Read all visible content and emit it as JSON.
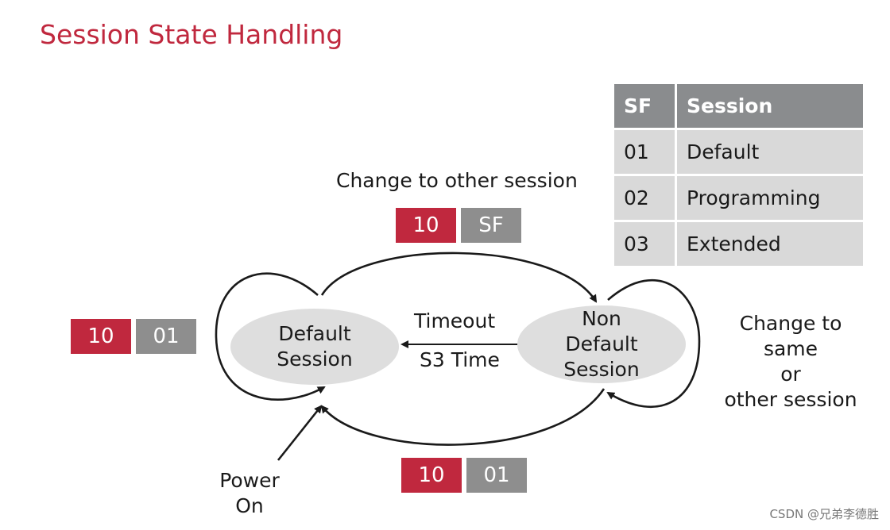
{
  "title": "Session State Handling",
  "table": {
    "headers": [
      "SF",
      "Session"
    ],
    "rows": [
      [
        "01",
        "Default"
      ],
      [
        "02",
        "Programming"
      ],
      [
        "03",
        "Extended"
      ]
    ]
  },
  "states": {
    "default": [
      "Default",
      "Session"
    ],
    "non_default": [
      "Non",
      "Default",
      "Session"
    ]
  },
  "labels": {
    "change_other": "Change to other session",
    "timeout": "Timeout",
    "s3_time": "S3 Time",
    "change_same": [
      "Change to",
      "same",
      "or",
      "other session"
    ],
    "power_on": [
      "Power",
      "On"
    ]
  },
  "chips": {
    "top": [
      "10",
      "SF"
    ],
    "left": [
      "10",
      "01"
    ],
    "bottom": [
      "10",
      "01"
    ]
  },
  "colors": {
    "accent": "#c0283e",
    "chip_gray": "#8e8e8e",
    "ellipse": "#dedede"
  },
  "watermark": "CSDN @兄弟李德胜"
}
